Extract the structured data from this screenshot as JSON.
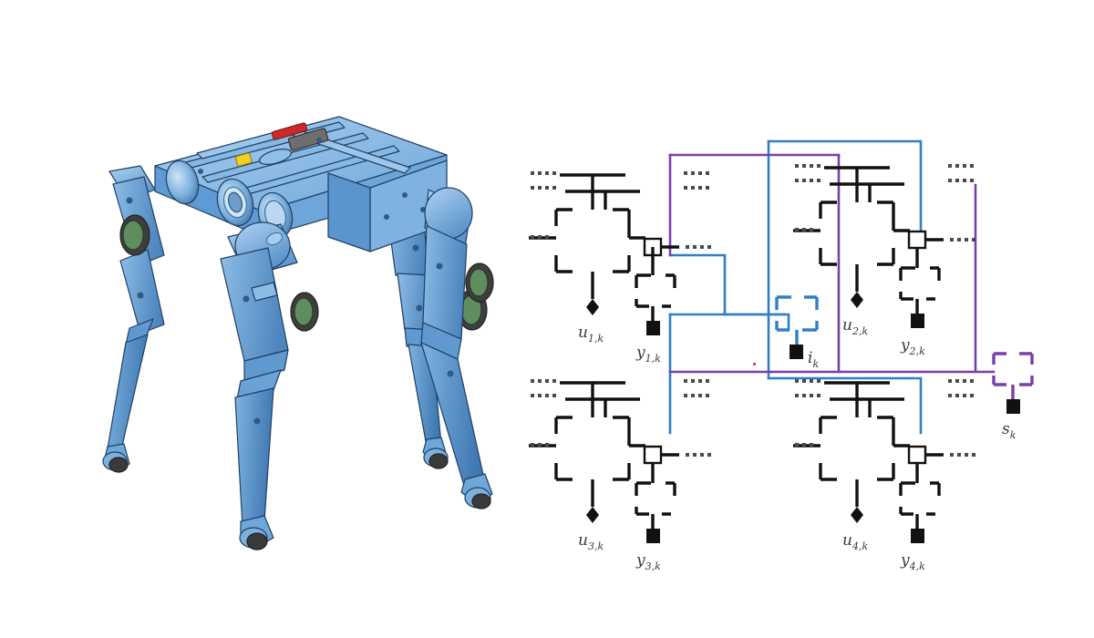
{
  "figure": {
    "caption": "",
    "background": "#ffffff",
    "panels": [
      "robot-render",
      "distributed-control-block-diagram"
    ]
  },
  "robot": {
    "name": "quadruped-robot-cad-render",
    "description": "Blue shaded CAD render of a four-legged (quadruped) robot standing on four legs, viewed from a three-quarter front-left elevated angle",
    "body_color": "#5e9bd3",
    "body_color_light": "#8cbbe6",
    "body_color_dark": "#3f78ad",
    "outline_color": "#1f3f63",
    "accent_yellow": "#f2d024",
    "accent_red": "#cc2a2a",
    "joint_dark": "#4a4a4a",
    "legs": 4
  },
  "diagram": {
    "name": "networked-multi-agent-block-diagram",
    "colors": {
      "black": "#111111",
      "blue": "#2f7fc6",
      "purple": "#7b3faa",
      "port_fill": "#ffffff",
      "dot_gray": "#4a4a4a",
      "red_dot": "#e04a3a"
    },
    "subsystems": [
      {
        "id": "s1",
        "input_label": "u",
        "input_sub": "1,k",
        "output_label": "y",
        "output_sub": "1,k",
        "position": "top-left"
      },
      {
        "id": "s2",
        "input_label": "u",
        "input_sub": "2,k",
        "output_label": "y",
        "output_sub": "2,k",
        "position": "top-right"
      },
      {
        "id": "s3",
        "input_label": "u",
        "input_sub": "3,k",
        "output_label": "y",
        "output_sub": "3,k",
        "position": "bottom-left"
      },
      {
        "id": "s4",
        "input_label": "u",
        "input_sub": "4,k",
        "output_label": "y",
        "output_sub": "4,k",
        "position": "bottom-right"
      }
    ],
    "signal_nodes": [
      {
        "id": "ik",
        "label": "i",
        "sub": "k",
        "color": "#2f7fc6",
        "position": "center"
      },
      {
        "id": "sk",
        "label": "s",
        "sub": "k",
        "color": "#7b3faa",
        "position": "right"
      }
    ],
    "labels": {
      "u1": "u",
      "u1_sub": "1,k",
      "y1": "y",
      "y1_sub": "1,k",
      "u2": "u",
      "u2_sub": "2,k",
      "y2": "y",
      "y2_sub": "2,k",
      "u3": "u",
      "u3_sub": "3,k",
      "y3": "y",
      "y3_sub": "3,k",
      "u4": "u",
      "u4_sub": "4,k",
      "y4": "y",
      "y4_sub": "4,k",
      "ik": "i",
      "ik_sub": "k",
      "sk": "s",
      "sk_sub": "k"
    }
  }
}
